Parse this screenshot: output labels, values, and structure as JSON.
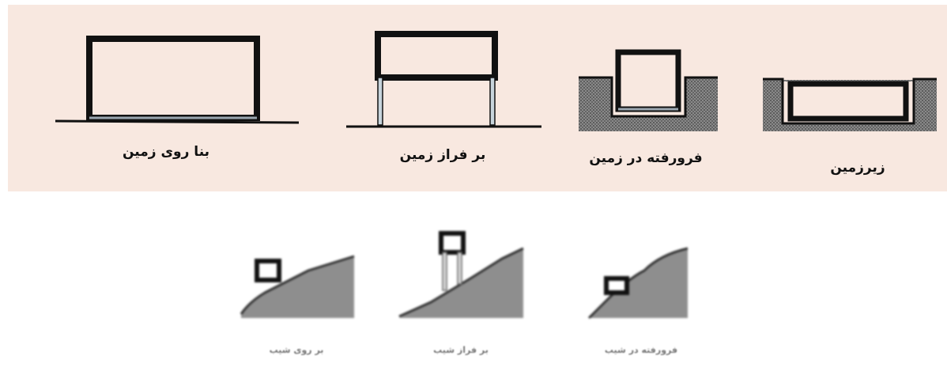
{
  "top_row": {
    "on_ground": {
      "label": "بنا روی زمین"
    },
    "elevated": {
      "label": "بر فراز زمین"
    },
    "sunken": {
      "label": "فرورفته در زمین"
    },
    "underground": {
      "label": "زیرزمین"
    }
  },
  "bottom_row": {
    "on_slope": {
      "label": "بر روی شیب"
    },
    "above_slope": {
      "label": "بر فراز شیب"
    },
    "sunken_in_slope": {
      "label": "فرورفته در شیب"
    }
  },
  "colors": {
    "top_background": "#f8e8e0",
    "ink": "#111111",
    "soil_fill": "#7a7a7a",
    "pillar_fill": "#c7d4dc",
    "slope_fill": "#8e8e8e"
  }
}
